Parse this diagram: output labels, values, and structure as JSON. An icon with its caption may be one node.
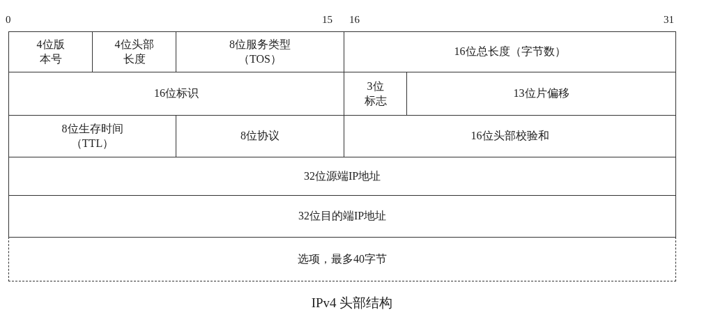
{
  "diagram": {
    "caption": "IPv4 头部结构",
    "nodes": [
      {
        "text": [
          "4位版本号"
        ]
      },
      {
        "text": [
          "4位头部长度"
        ]
      },
      {
        "text": [
          "8位服务类型（TOS）"
        ]
      },
      {
        "text": [
          "16位总长度（字节数）"
        ]
      },
      {
        "text": [
          "16位标识"
        ]
      },
      {
        "text": [
          "3位标志"
        ]
      },
      {
        "text": [
          "13位片偏移"
        ]
      },
      {
        "text": [
          "8位生存时间（TTL）"
        ]
      },
      {
        "text": [
          "8位协议"
        ]
      },
      {
        "text": [
          "16位头部校验和"
        ]
      },
      {
        "text": [
          "32位源端IP地址"
        ]
      },
      {
        "text": [
          "32位目的端IP地址"
        ]
      },
      {
        "text": [
          "选项，最多40字节"
        ]
      }
    ],
    "labels": [
      "0",
      "15",
      "16",
      "31"
    ]
  }
}
